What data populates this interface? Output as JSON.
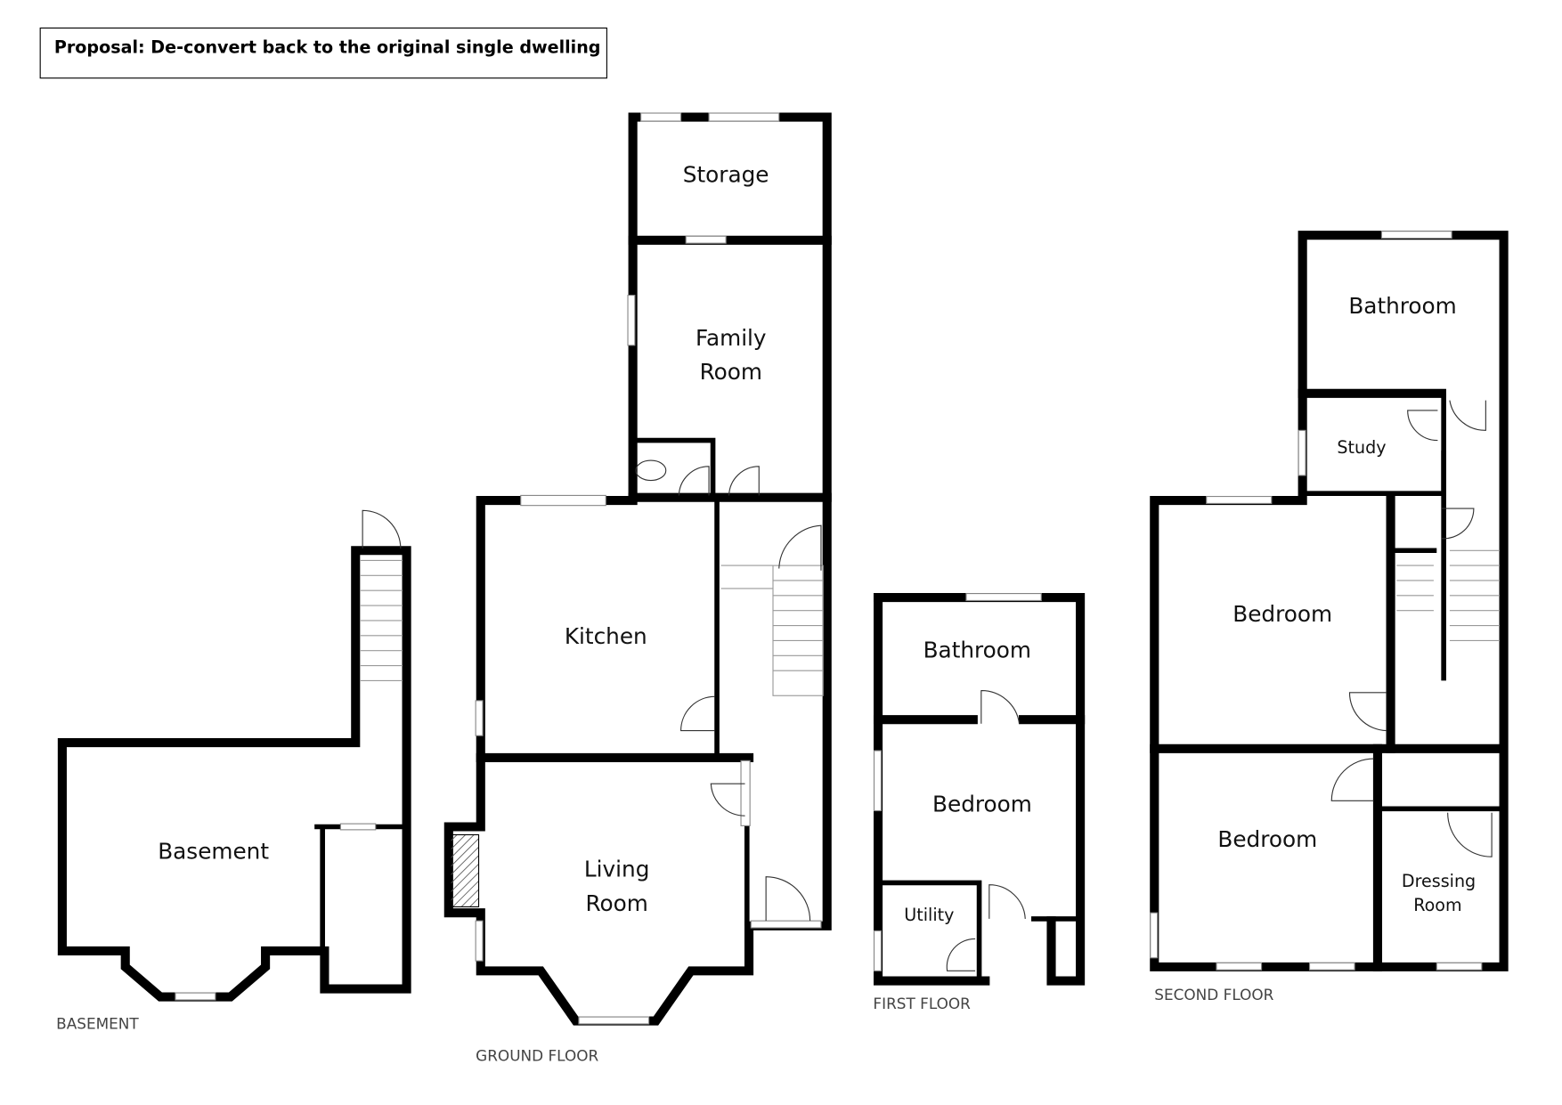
{
  "title": "Proposal: De-convert back to the original single dwelling",
  "floors": {
    "basement": {
      "label": "BASEMENT",
      "rooms": [
        "Basement"
      ]
    },
    "ground": {
      "label": "GROUND FLOOR",
      "rooms": [
        "Storage",
        "Family",
        "Room",
        "Kitchen",
        "Living",
        "Room"
      ]
    },
    "first": {
      "label": "FIRST FLOOR",
      "rooms": [
        "Bathroom",
        "Bedroom",
        "Utility"
      ]
    },
    "second": {
      "label": "SECOND FLOOR",
      "rooms": [
        "Bathroom",
        "Study",
        "Bedroom",
        "Bedroom",
        "Dressing",
        "Room"
      ]
    }
  }
}
